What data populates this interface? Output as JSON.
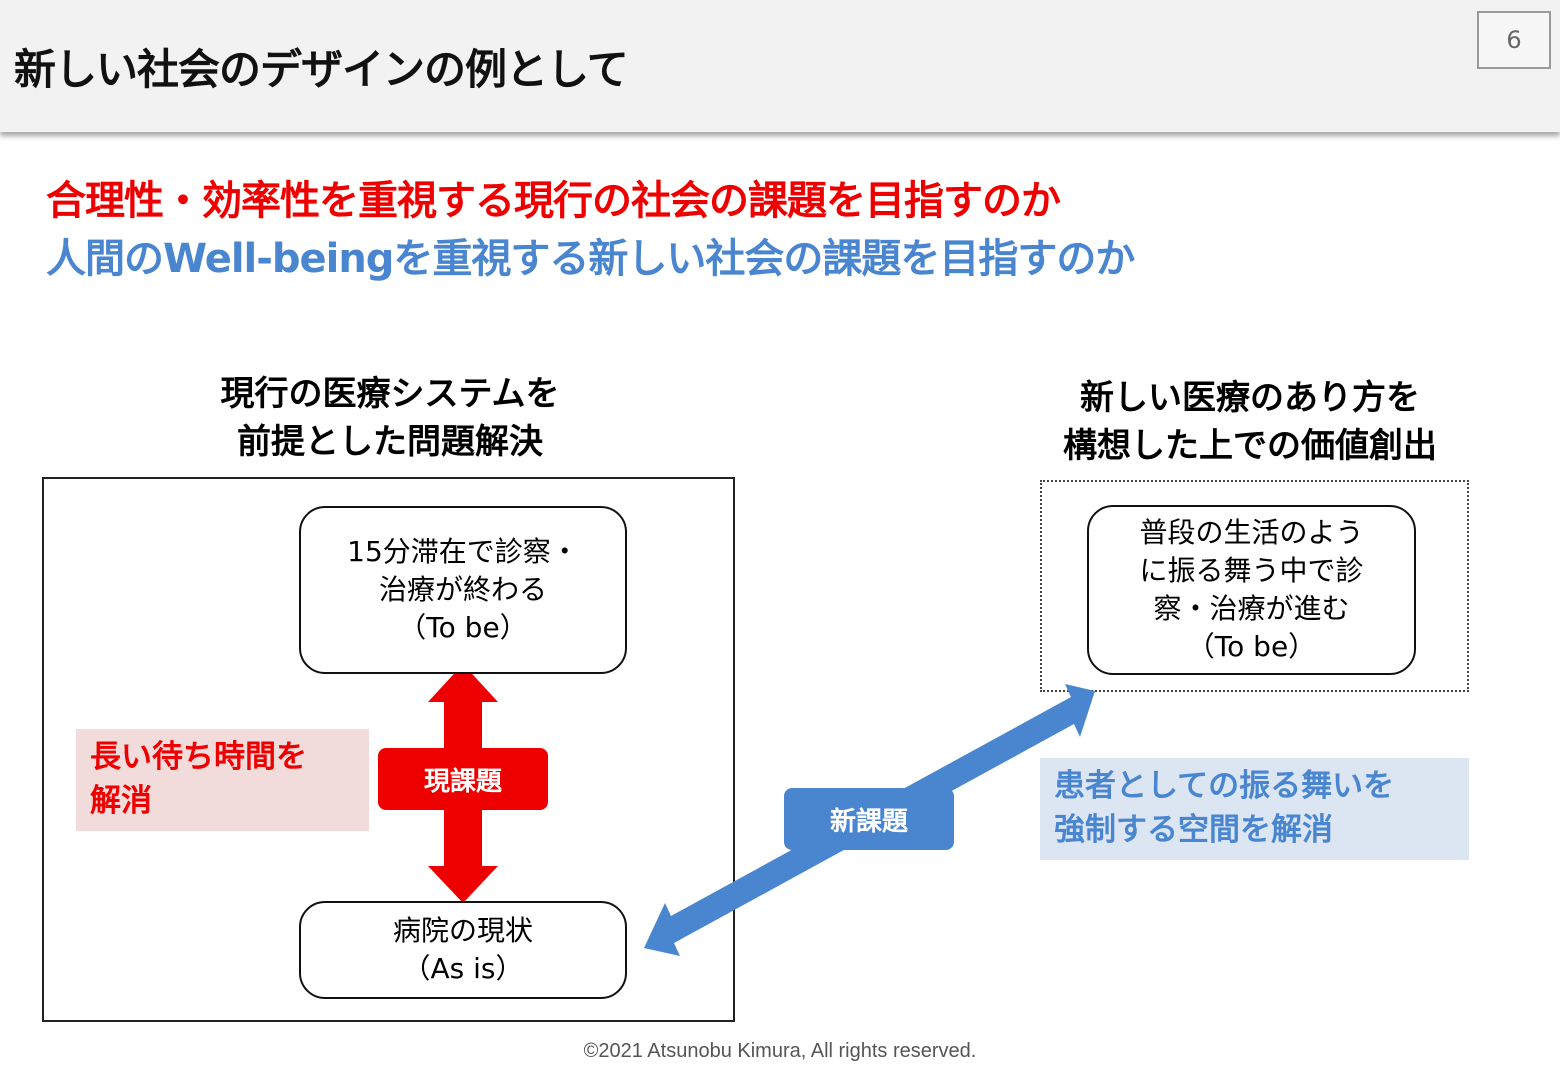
{
  "header": {
    "title": "新しい社会のデザインの例として",
    "page_number": "6"
  },
  "headlines": {
    "red": "合理性・効率性を重視する現行の社会の課題を目指すのか",
    "blue": "人間のWell-beingを重視する新しい社会の課題を目指すのか"
  },
  "left": {
    "title_line1": "現行の医療システムを",
    "title_line2": "前提とした問題解決",
    "tobe": "15分滞在で診察・\n治療が終わる\n（To be）",
    "asis": "病院の現状\n（As is）",
    "issue_label": "現課題",
    "note": "長い待ち時間を\n解消"
  },
  "right": {
    "title_line1": "新しい医療のあり方を",
    "title_line2": "構想した上での価値創出",
    "tobe": "普段の生活のよう\nに振る舞う中で診\n察・治療が進む\n（To be）",
    "issue_label": "新課題",
    "note": "患者としての振る舞いを\n強制する空間を解消"
  },
  "colors": {
    "red": "#ee0000",
    "blue": "#4a86d0",
    "red_note_bg": "#f2dcdb",
    "blue_note_bg": "#dce6f2"
  },
  "footer": "©2021 Atsunobu Kimura, All rights reserved."
}
